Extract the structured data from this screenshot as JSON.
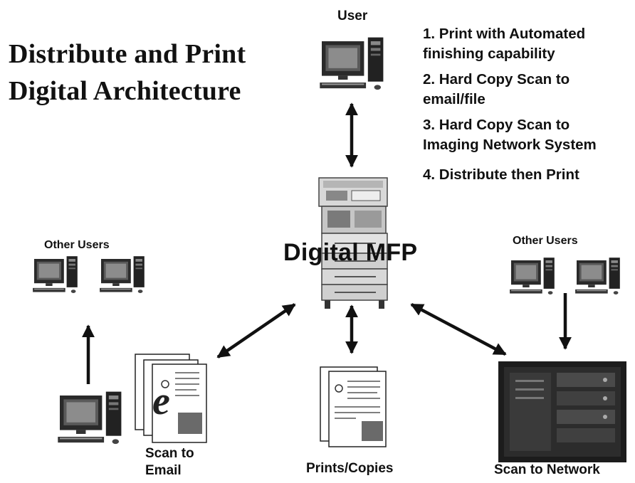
{
  "title": {
    "line1": "Distribute and Print",
    "line2": "Digital Architecture"
  },
  "steps": [
    {
      "line1": "1. Print with Automated",
      "line2": "finishing capability"
    },
    {
      "line1": "2. Hard Copy Scan to",
      "line2": "email/file"
    },
    {
      "line1": "3. Hard Copy Scan to",
      "line2": "Imaging Network System"
    },
    {
      "line1": "4. Distribute then Print",
      "line2": ""
    }
  ],
  "nodes": {
    "user": "User",
    "mfp": "Digital MFP",
    "other_users_left": "Other Users",
    "other_users_right": "Other Users",
    "scan_to_email": {
      "line1": "Scan to",
      "line2": "Email"
    },
    "prints_copies": "Prints/Copies",
    "scan_to_network": "Scan to Network"
  },
  "icons": {
    "email_letter": "e"
  },
  "colors": {
    "text": "#111111",
    "arrow": "#111111",
    "background": "#ffffff"
  }
}
